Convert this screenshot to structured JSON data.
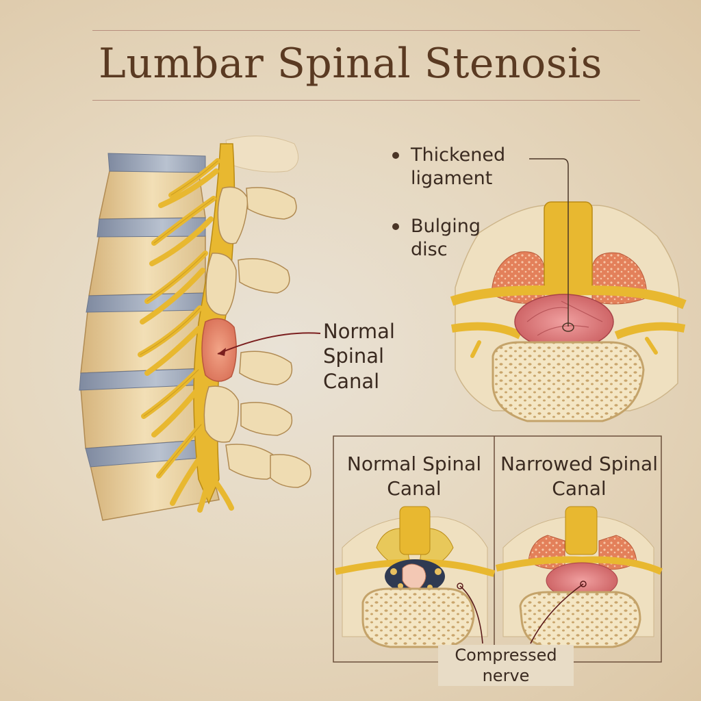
{
  "title": "Lumbar Spinal Stenosis",
  "callouts": {
    "thickened_ligament": "Thickened ligament",
    "bulging_disc": "Bulging disc",
    "normal_spinal_canal": "Normal Spinal Canal",
    "compressed_nerve": "Compressed nerve"
  },
  "panels": {
    "normal": "Normal Spinal Canal",
    "narrowed": "Narrowed Spinal Canal"
  },
  "colors": {
    "bone": "#e9cf9b",
    "disc": "#9aa4b4",
    "nerve": "#e8b830",
    "inflamed": "#e07a66",
    "fat": "#e88a5c",
    "text": "#3a2a20"
  }
}
